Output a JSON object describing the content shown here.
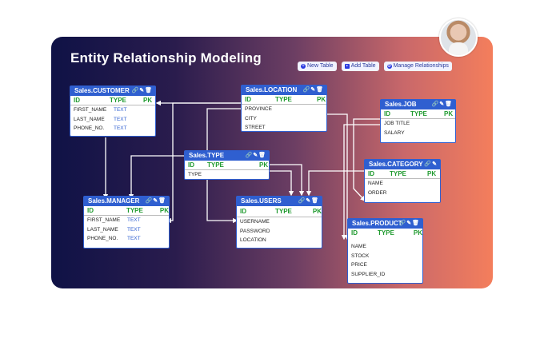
{
  "app_title": "Entity Relationship Modeling",
  "toolbar": {
    "new_table": "New Table",
    "add_table": "Add Table",
    "manage_relationships": "Manage Relationships"
  },
  "tables": {
    "customer": {
      "name": "Sales.CUSTOMER",
      "h_id": "ID",
      "h_type": "TYPE",
      "h_pk": "PK",
      "rows": [
        {
          "name": "FIRST_NAME",
          "type": "TEXT"
        },
        {
          "name": "LAST_NAME",
          "type": "TEXT"
        },
        {
          "name": "PHONE_NO.",
          "type": "TEXT"
        }
      ]
    },
    "location": {
      "name": "Sales.LOCATION",
      "h_id": "ID",
      "h_type": "TYPE",
      "h_pk": "PK",
      "rows": [
        {
          "name": "PROVINCE"
        },
        {
          "name": "CITY"
        },
        {
          "name": "STREET"
        }
      ]
    },
    "job": {
      "name": "Sales.JOB",
      "h_id": "ID",
      "h_type": "TYPE",
      "h_pk": "PK",
      "rows": [
        {
          "name": "JOB TITLE"
        },
        {
          "name": "SALARY"
        }
      ]
    },
    "type": {
      "name": "Sales.TYPE",
      "h_id": "ID",
      "h_type": "TYPE",
      "h_pk": "PK",
      "rows": [
        {
          "name": "TYPE"
        }
      ]
    },
    "category": {
      "name": "Sales.CATEGORY",
      "h_id": "ID",
      "h_type": "TYPE",
      "h_pk": "PK",
      "rows": [
        {
          "name": "NAME"
        },
        {
          "name": "ORDER"
        }
      ]
    },
    "manager": {
      "name": "Sales.MANAGER",
      "h_id": "ID",
      "h_type": "TYPE",
      "h_pk": "PK",
      "rows": [
        {
          "name": "FIRST_NAME",
          "type": "TEXT"
        },
        {
          "name": "LAST_NAME",
          "type": "TEXT"
        },
        {
          "name": "PHONE_NO.",
          "type": "TEXT"
        }
      ]
    },
    "users": {
      "name": "Sales.USERS",
      "h_id": "ID",
      "h_type": "TYPE",
      "h_pk": "PK",
      "rows": [
        {
          "name": "USERNAME"
        },
        {
          "name": "PASSWORD"
        },
        {
          "name": "LOCATION"
        }
      ]
    },
    "product": {
      "name": "Sales.PRODUCT",
      "h_id": "ID",
      "h_type": "TYPE",
      "h_pk": "PK",
      "rows": [
        {
          "name": "NAME"
        },
        {
          "name": "STOCK"
        },
        {
          "name": "PRICE"
        },
        {
          "name": "SUPPLIER_ID"
        }
      ]
    }
  },
  "icons": {
    "table_actions": [
      "link-icon",
      "edit-icon",
      "delete-icon"
    ],
    "toolbar": [
      "plus-icon",
      "table-icon",
      "gear-icon"
    ]
  },
  "colors": {
    "table_header": "#2f5fd0",
    "pk_header_text": "#1f9a2e",
    "type_text": "#2f5fd0"
  }
}
